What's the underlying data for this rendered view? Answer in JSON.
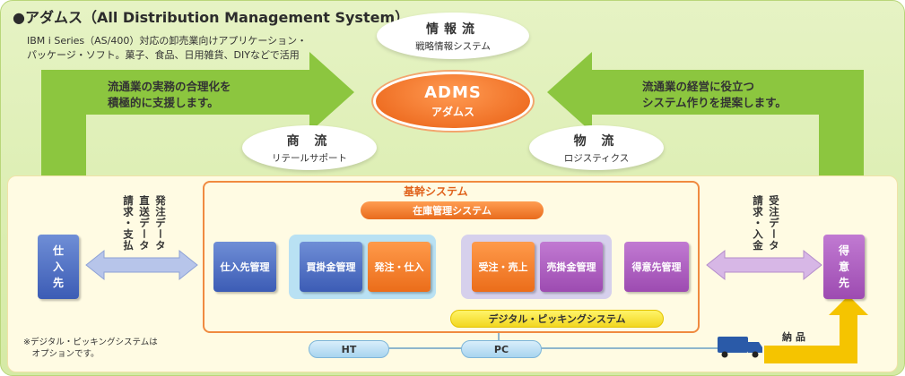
{
  "header": {
    "title": "●アダムス（All Distribution Management System）",
    "subtitle": "IBM i Series（AS/400）対応の卸売業向けアプリケーション・\nパッケージ・ソフト。菓子、食品、日用雑貨、DIYなどで活用"
  },
  "top": {
    "info": {
      "title": "情報流",
      "sub": "戦略情報システム"
    },
    "adms": {
      "title": "ADMS",
      "sub": "アダムス"
    },
    "commerce": {
      "title": "商 流",
      "sub": "リテールサポート"
    },
    "logistics": {
      "title": "物 流",
      "sub": "ロジスティクス"
    },
    "left_arrow_text": "流通業の実務の合理化を\n積極的に支援します。",
    "right_arrow_text": "流通業の経営に役立つ\nシステム作りを提案します。"
  },
  "core": {
    "label": "基幹システム",
    "stock": "在庫管理システム",
    "boxes": {
      "supplier_mgmt": "仕入先管理",
      "payable": "買掛金管理",
      "order_purchase": "発注・仕入",
      "order_sales": "受注・売上",
      "receivable": "売掛金管理",
      "customer_mgmt": "得意先管理"
    },
    "digital": "デジタル・ピッキングシステム"
  },
  "sides": {
    "supplier": "仕\n入\n先",
    "customer": "得\n意\n先",
    "left_col1": "発注データ",
    "left_col2": "直送データ",
    "left_col3": "請求・支払",
    "right_col1": "受注データ",
    "right_col2": "請求・入金"
  },
  "bottom": {
    "ht": "HT",
    "pc": "PC",
    "delivery": "納品",
    "note": "※デジタル・ピッキングシステムは\n　オプションです。"
  },
  "colors": {
    "green_arrow": "#8cc63f",
    "orange": "#eb6d1a",
    "blue": "#3c5cb5",
    "purple": "#9d4bb1",
    "yellow_arrow": "#f5c400"
  }
}
